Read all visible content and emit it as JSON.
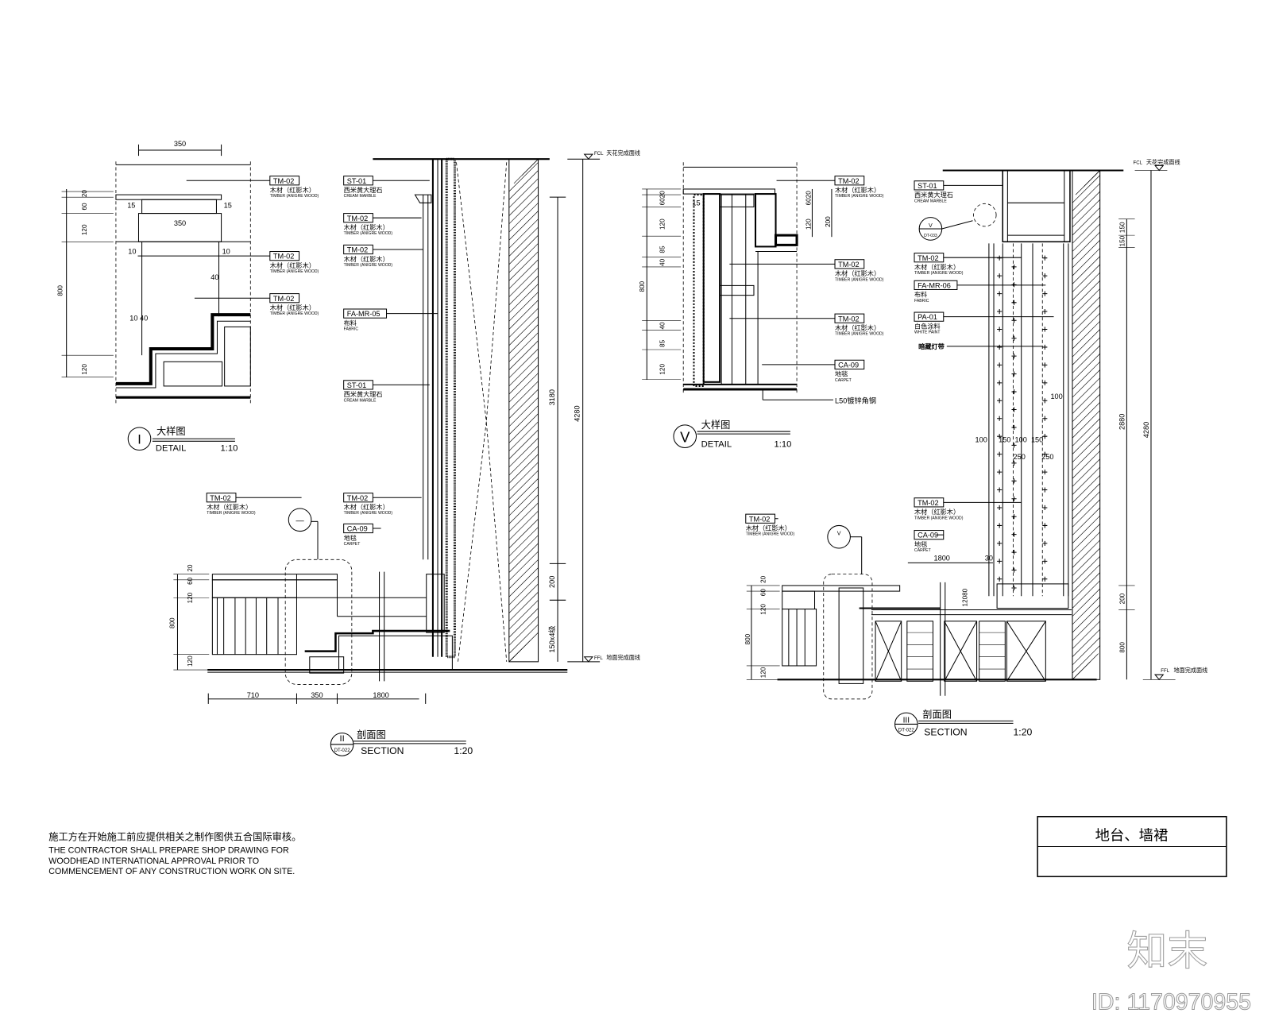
{
  "levels": {
    "fcl": "FCL",
    "fcl_cn": "天花完成面线",
    "ffl": "FFL",
    "ffl_cn": "地面完成面线"
  },
  "detail_1": {
    "marker": "I",
    "title_cn": "大样图",
    "title_en": "DETAIL",
    "scale": "1:10",
    "dims": {
      "top": "350",
      "inner": "350",
      "left15": "15",
      "right15": "15",
      "left10": "10",
      "right10": "10",
      "d40": "40",
      "d1040": "10 40",
      "v20": "20",
      "v60": "60",
      "v120a": "120",
      "v800": "800",
      "v120b": "120"
    },
    "callouts": [
      {
        "code": "TM-02",
        "cn": "木材（红影木）",
        "en": "TIMBER (ANIGRE WOOD)"
      },
      {
        "code": "TM-02",
        "cn": "木材（红影木）",
        "en": "TIMBER (ANIGRE WOOD)"
      },
      {
        "code": "TM-02",
        "cn": "木材（红影木）",
        "en": "TIMBER (ANIGRE WOOD)"
      }
    ]
  },
  "section_2": {
    "marker": "II",
    "ref": "DT-022",
    "title_cn": "剖面图",
    "title_en": "SECTION",
    "scale": "1:20",
    "dims": {
      "h3180": "3180",
      "h4280": "4280",
      "h200": "200",
      "steps": "150x4级",
      "w710": "710",
      "w350": "350",
      "w1800": "1800",
      "v20": "20",
      "v60": "60",
      "v120a": "120",
      "v800": "800",
      "v120b": "120"
    },
    "ref_circle": "—",
    "callouts": [
      {
        "code": "ST-01",
        "cn": "西米黄大理石",
        "en": "CREAM MARBLE"
      },
      {
        "code": "TM-02",
        "cn": "木材（红影木）",
        "en": "TIMBER (ANIGRE WOOD)"
      },
      {
        "code": "TM-02",
        "cn": "木材（红影木）",
        "en": "TIMBER (ANIGRE WOOD)"
      },
      {
        "code": "FA-MR-05",
        "cn": "布料",
        "en": "FABRIC"
      },
      {
        "code": "ST-01",
        "cn": "西米黄大理石",
        "en": "CREAM MARBLE"
      },
      {
        "code": "TM-02",
        "cn": "木材（红影木）",
        "en": "TIMBER (ANIGRE WOOD)"
      },
      {
        "code": "CA-09",
        "cn": "地毯",
        "en": "CARPET"
      },
      {
        "code": "TM-02",
        "cn": "木材（红影木）",
        "en": "TIMBER (ANIGRE WOOD)"
      }
    ]
  },
  "detail_5": {
    "marker": "V",
    "title_cn": "大样图",
    "title_en": "DETAIL",
    "scale": "1:10",
    "dims": {
      "l15": "15",
      "v6020": "6020",
      "v120a": "120",
      "v85a": "85",
      "v40a": "40",
      "v800": "800",
      "v40b": "40",
      "v85b": "85",
      "v120b": "120",
      "r6020": "6020",
      "r120": "120",
      "r200": "200"
    },
    "callouts": [
      {
        "code": "TM-02",
        "cn": "木材（红影木）",
        "en": "TIMBER (ANIGRE WOOD)"
      },
      {
        "code": "TM-02",
        "cn": "木材（红影木）",
        "en": "TIMBER (ANIGRE WOOD)"
      },
      {
        "code": "TM-02",
        "cn": "木材（红影木）",
        "en": "TIMBER (ANIGRE WOOD)"
      },
      {
        "code": "CA-09",
        "cn": "地毯",
        "en": "CARPET"
      }
    ],
    "angle_note": "L50镀锌角钢"
  },
  "section_3": {
    "marker": "III",
    "ref": "DT-022",
    "title_cn": "剖面图",
    "title_en": "SECTION",
    "scale": "1:20",
    "ref_circle_top": {
      "mark": "V",
      "ref": "DT-033"
    },
    "ref_circle": "V",
    "dims": {
      "h150a": "150",
      "h150b": "150",
      "h2880": "2880",
      "h4280": "4280",
      "h200": "200",
      "h800": "800",
      "d100r": "100",
      "d100": "100",
      "d150a": "150",
      "d100b": "100",
      "d150b": "150",
      "d250a": "250",
      "d250b": "250",
      "w1800": "1800",
      "w30": "30",
      "v12080": "12080",
      "v20": "20",
      "v60": "60",
      "v120a": "120",
      "v800": "800",
      "v120b": "120"
    },
    "callouts": [
      {
        "code": "ST-01",
        "cn": "西米黄大理石",
        "en": "CREAM MARBLE"
      },
      {
        "code": "TM-02",
        "cn": "木材（红影木）",
        "en": "TIMBER (ANIGRE WOOD)"
      },
      {
        "code": "FA-MR-06",
        "cn": "布料",
        "en": "FABRIC"
      },
      {
        "code": "PA-01",
        "cn": "白色涂料",
        "en": "WHITE PAINT"
      },
      {
        "code": "TM-02",
        "cn": "木材（红影木）",
        "en": "TIMBER (ANIGRE WOOD)"
      },
      {
        "code": "CA-09",
        "cn": "地毯",
        "en": "CARPET"
      },
      {
        "code": "TM-02",
        "cn": "木材（红影木）",
        "en": "TIMBER (ANIGRE WOOD)"
      }
    ],
    "light_note": "暗藏灯带"
  },
  "note": {
    "cn": "施工方在开始施工前应提供相关之制作图供五合国际审核。",
    "en": [
      "THE CONTRACTOR SHALL PREPARE SHOP DRAWING FOR",
      "WOODHEAD INTERNATIONAL APPROVAL PRIOR TO",
      "COMMENCEMENT OF ANY CONSTRUCTION WORK ON SITE."
    ]
  },
  "title_block": {
    "title": "地台、墙裙"
  },
  "watermark": {
    "logo": "知末",
    "id": "ID: 1170970955"
  }
}
